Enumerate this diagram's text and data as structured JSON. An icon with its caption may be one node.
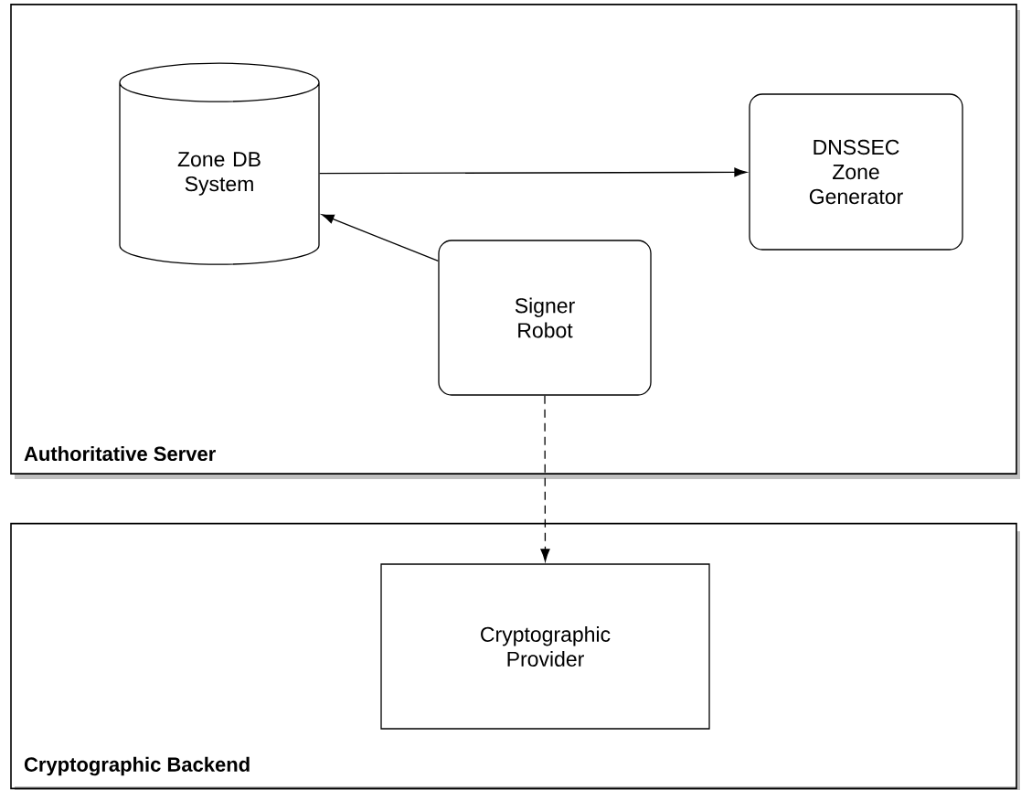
{
  "diagram": {
    "nodes": [
      {
        "text": [
          "Authoritative Server"
        ]
      },
      {
        "text": [
          "Zone DB System"
        ],
        "in": 0
      },
      {
        "text": [
          "DNSSEC Zone Generator"
        ],
        "in": 0
      },
      {
        "text": [
          "Signer Robot"
        ],
        "in": 0
      },
      {
        "text": [
          "Cryptographic Backend"
        ]
      },
      {
        "text": [
          "Cryptographic Provider"
        ],
        "in": 4
      }
    ],
    "edges": [
      {
        "from": 1,
        "to": 2,
        "arrow": "to"
      },
      {
        "from": 3,
        "to": 1,
        "arrow": "to"
      },
      {
        "from": 3,
        "to": 5,
        "arrow": "to",
        "style": "dashed"
      }
    ]
  }
}
